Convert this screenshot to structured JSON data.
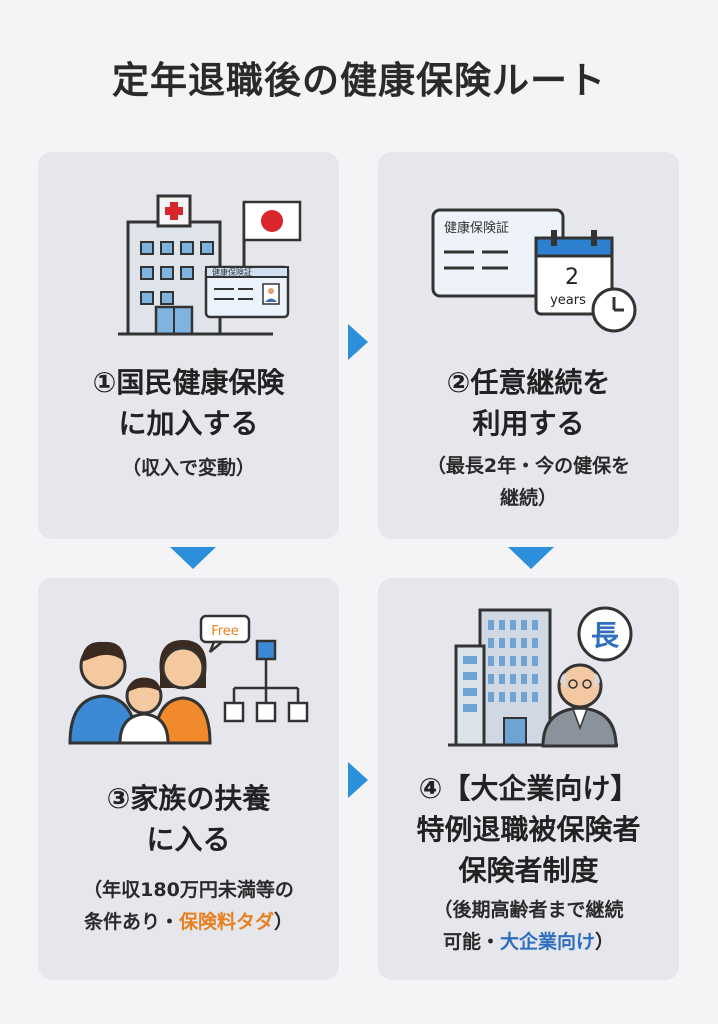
{
  "title": "定年退職後の健康保険ルート",
  "cards": {
    "c1": {
      "heading": [
        "①国民健康保険",
        "に加入する"
      ],
      "note": "（収入で変動）",
      "art": {
        "card_label": "健康保険証",
        "flag": "japan-flag-icon"
      }
    },
    "c2": {
      "heading": [
        "②任意継続を",
        "利用する"
      ],
      "note_lines": [
        "（最長2年・今の健保を",
        "継続）"
      ],
      "art": {
        "card_label": "健康保険証",
        "calendar_number": "2",
        "calendar_unit": "years"
      }
    },
    "c3": {
      "heading": [
        "③家族の扶養",
        "に入る"
      ],
      "note_line1": "（年収180万円未満等の",
      "note_line2_prefix": "条件あり・",
      "note_line2_highlight": "保険料タダ",
      "note_line2_suffix": "）",
      "art": {
        "bubble": "Free"
      }
    },
    "c4": {
      "heading": [
        "④【大企業向け】",
        "特例退職被保険者",
        "保険者制度"
      ],
      "note_line1": "（後期高齢者まで継続",
      "note_line2_prefix": "可能・",
      "note_line2_highlight": "大企業向け",
      "note_line2_suffix": "）",
      "art": {
        "badge": "長"
      }
    }
  },
  "colors": {
    "background": "#f4f4f6",
    "card": "#e5e7ec",
    "arrow": "#2b8fdc",
    "highlight_orange": "#e8801f",
    "highlight_blue": "#2f6fbd"
  }
}
